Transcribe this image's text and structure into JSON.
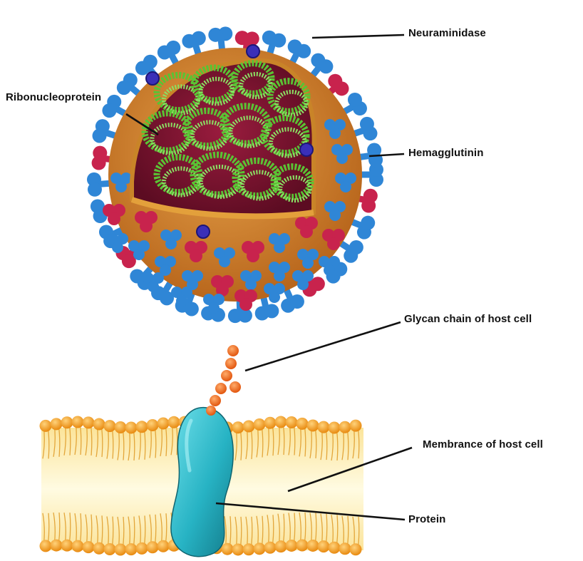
{
  "labels": {
    "neuraminidase": "Neuraminidase",
    "ribonucleoprotein": "Ribonucleoprotein",
    "hemagglutinin": "Hemagglutinin",
    "glycan": "Glycan chain of host cell",
    "membrane": "Membrance of host cell",
    "protein": "Protein"
  },
  "colors": {
    "hemagglutinin": "#2f86d6",
    "neuraminidase": "#c8234d",
    "rnp": "#5ac334",
    "envelope": "#d7892a",
    "interior": "#7a1230",
    "lipid_head": "#f4a326",
    "membrane_core": "#fdf3b6",
    "protein": "#27b3c4",
    "m2_channel": "#3a2fb8"
  }
}
